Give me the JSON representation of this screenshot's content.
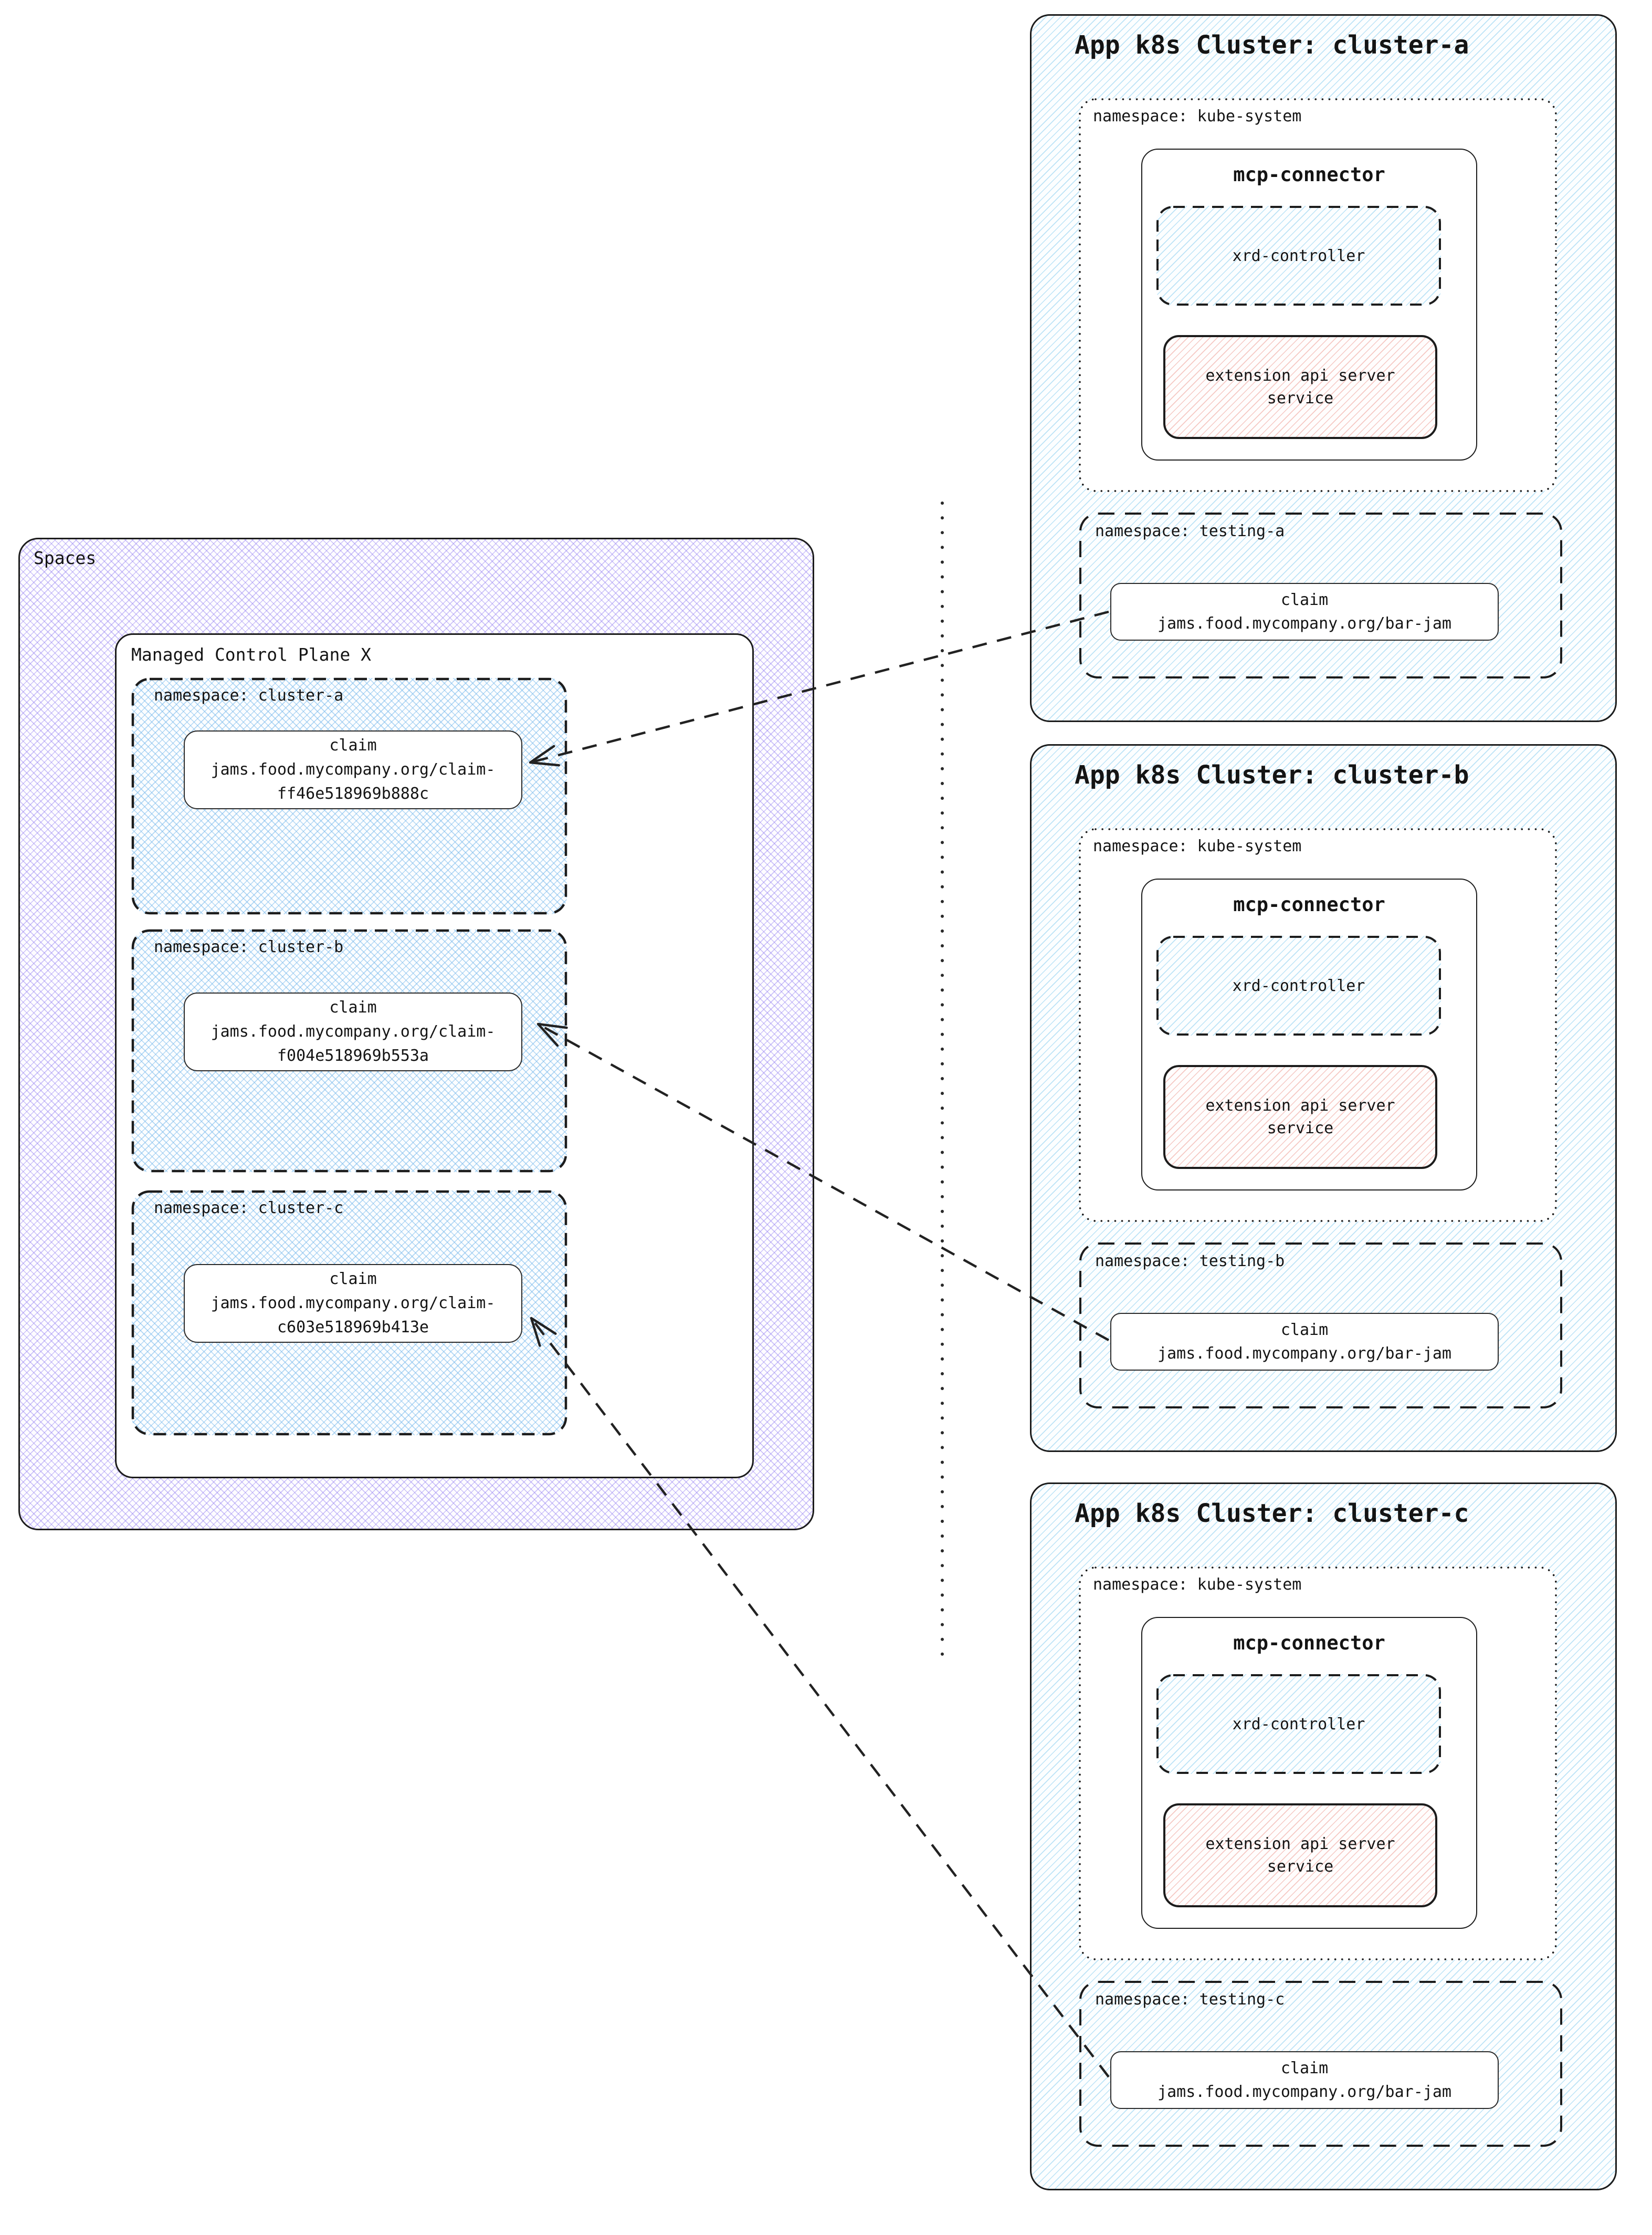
{
  "spaces": {
    "label": "Spaces",
    "control_plane": {
      "label": "Managed Control Plane X",
      "namespaces": [
        {
          "label": "namespace: cluster-a",
          "claim": {
            "title": "claim",
            "name_line1": "jams.food.mycompany.org/claim-",
            "name_line2": "ff46e518969b888c"
          }
        },
        {
          "label": "namespace: cluster-b",
          "claim": {
            "title": "claim",
            "name_line1": "jams.food.mycompany.org/claim-",
            "name_line2": "f004e518969b553a"
          }
        },
        {
          "label": "namespace: cluster-c",
          "claim": {
            "title": "claim",
            "name_line1": "jams.food.mycompany.org/claim-",
            "name_line2": "c603e518969b413e"
          }
        }
      ]
    }
  },
  "clusters": [
    {
      "title": "App k8s Cluster: cluster-a",
      "kube_system": {
        "label": "namespace: kube-system",
        "mcp_connector": {
          "label": "mcp-connector",
          "xrd_controller_label": "xrd-controller",
          "extension_api_label": "extension api server service"
        }
      },
      "testing": {
        "label": "namespace: testing-a",
        "claim": {
          "title": "claim",
          "name": "jams.food.mycompany.org/bar-jam"
        }
      }
    },
    {
      "title": "App k8s Cluster: cluster-b",
      "kube_system": {
        "label": "namespace: kube-system",
        "mcp_connector": {
          "label": "mcp-connector",
          "xrd_controller_label": "xrd-controller",
          "extension_api_label": "extension api server service"
        }
      },
      "testing": {
        "label": "namespace: testing-b",
        "claim": {
          "title": "claim",
          "name": "jams.food.mycompany.org/bar-jam"
        }
      }
    },
    {
      "title": "App k8s Cluster: cluster-c",
      "kube_system": {
        "label": "namespace: kube-system",
        "mcp_connector": {
          "label": "mcp-connector",
          "xrd_controller_label": "xrd-controller",
          "extension_api_label": "extension api server service"
        }
      },
      "testing": {
        "label": "namespace: testing-c",
        "claim": {
          "title": "claim",
          "name": "jams.food.mycompany.org/bar-jam"
        }
      }
    }
  ],
  "colors": {
    "spaces_hatch": "#8973f0",
    "namespace_hatch": "#76b8eb",
    "cluster_hatch": "#7dc8ee",
    "extension_hatch": "#e88074",
    "border": "#1c1c1c",
    "background": "#ffffff"
  }
}
